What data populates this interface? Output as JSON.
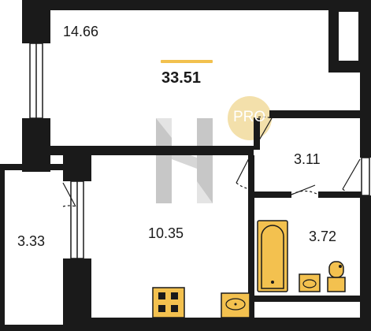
{
  "floorplan": {
    "total_area": "33.51",
    "rooms": {
      "living": "14.66",
      "kitchen": "10.35",
      "hallway": "3.11",
      "bathroom": "3.72",
      "balcony": "3.33"
    },
    "watermark_text": "PRO",
    "colors": {
      "wall": "#1a1a1a",
      "accent": "#f2c14e",
      "fixture_fill": "#f3c14f",
      "watermark_gray": "#b5b5b5",
      "watermark_gold": "#e9c766"
    },
    "icons": [
      "bathtub-icon",
      "sink-icon",
      "toilet-icon",
      "stove-icon",
      "kitchen-sink-icon",
      "watermark-logo-icon"
    ]
  }
}
